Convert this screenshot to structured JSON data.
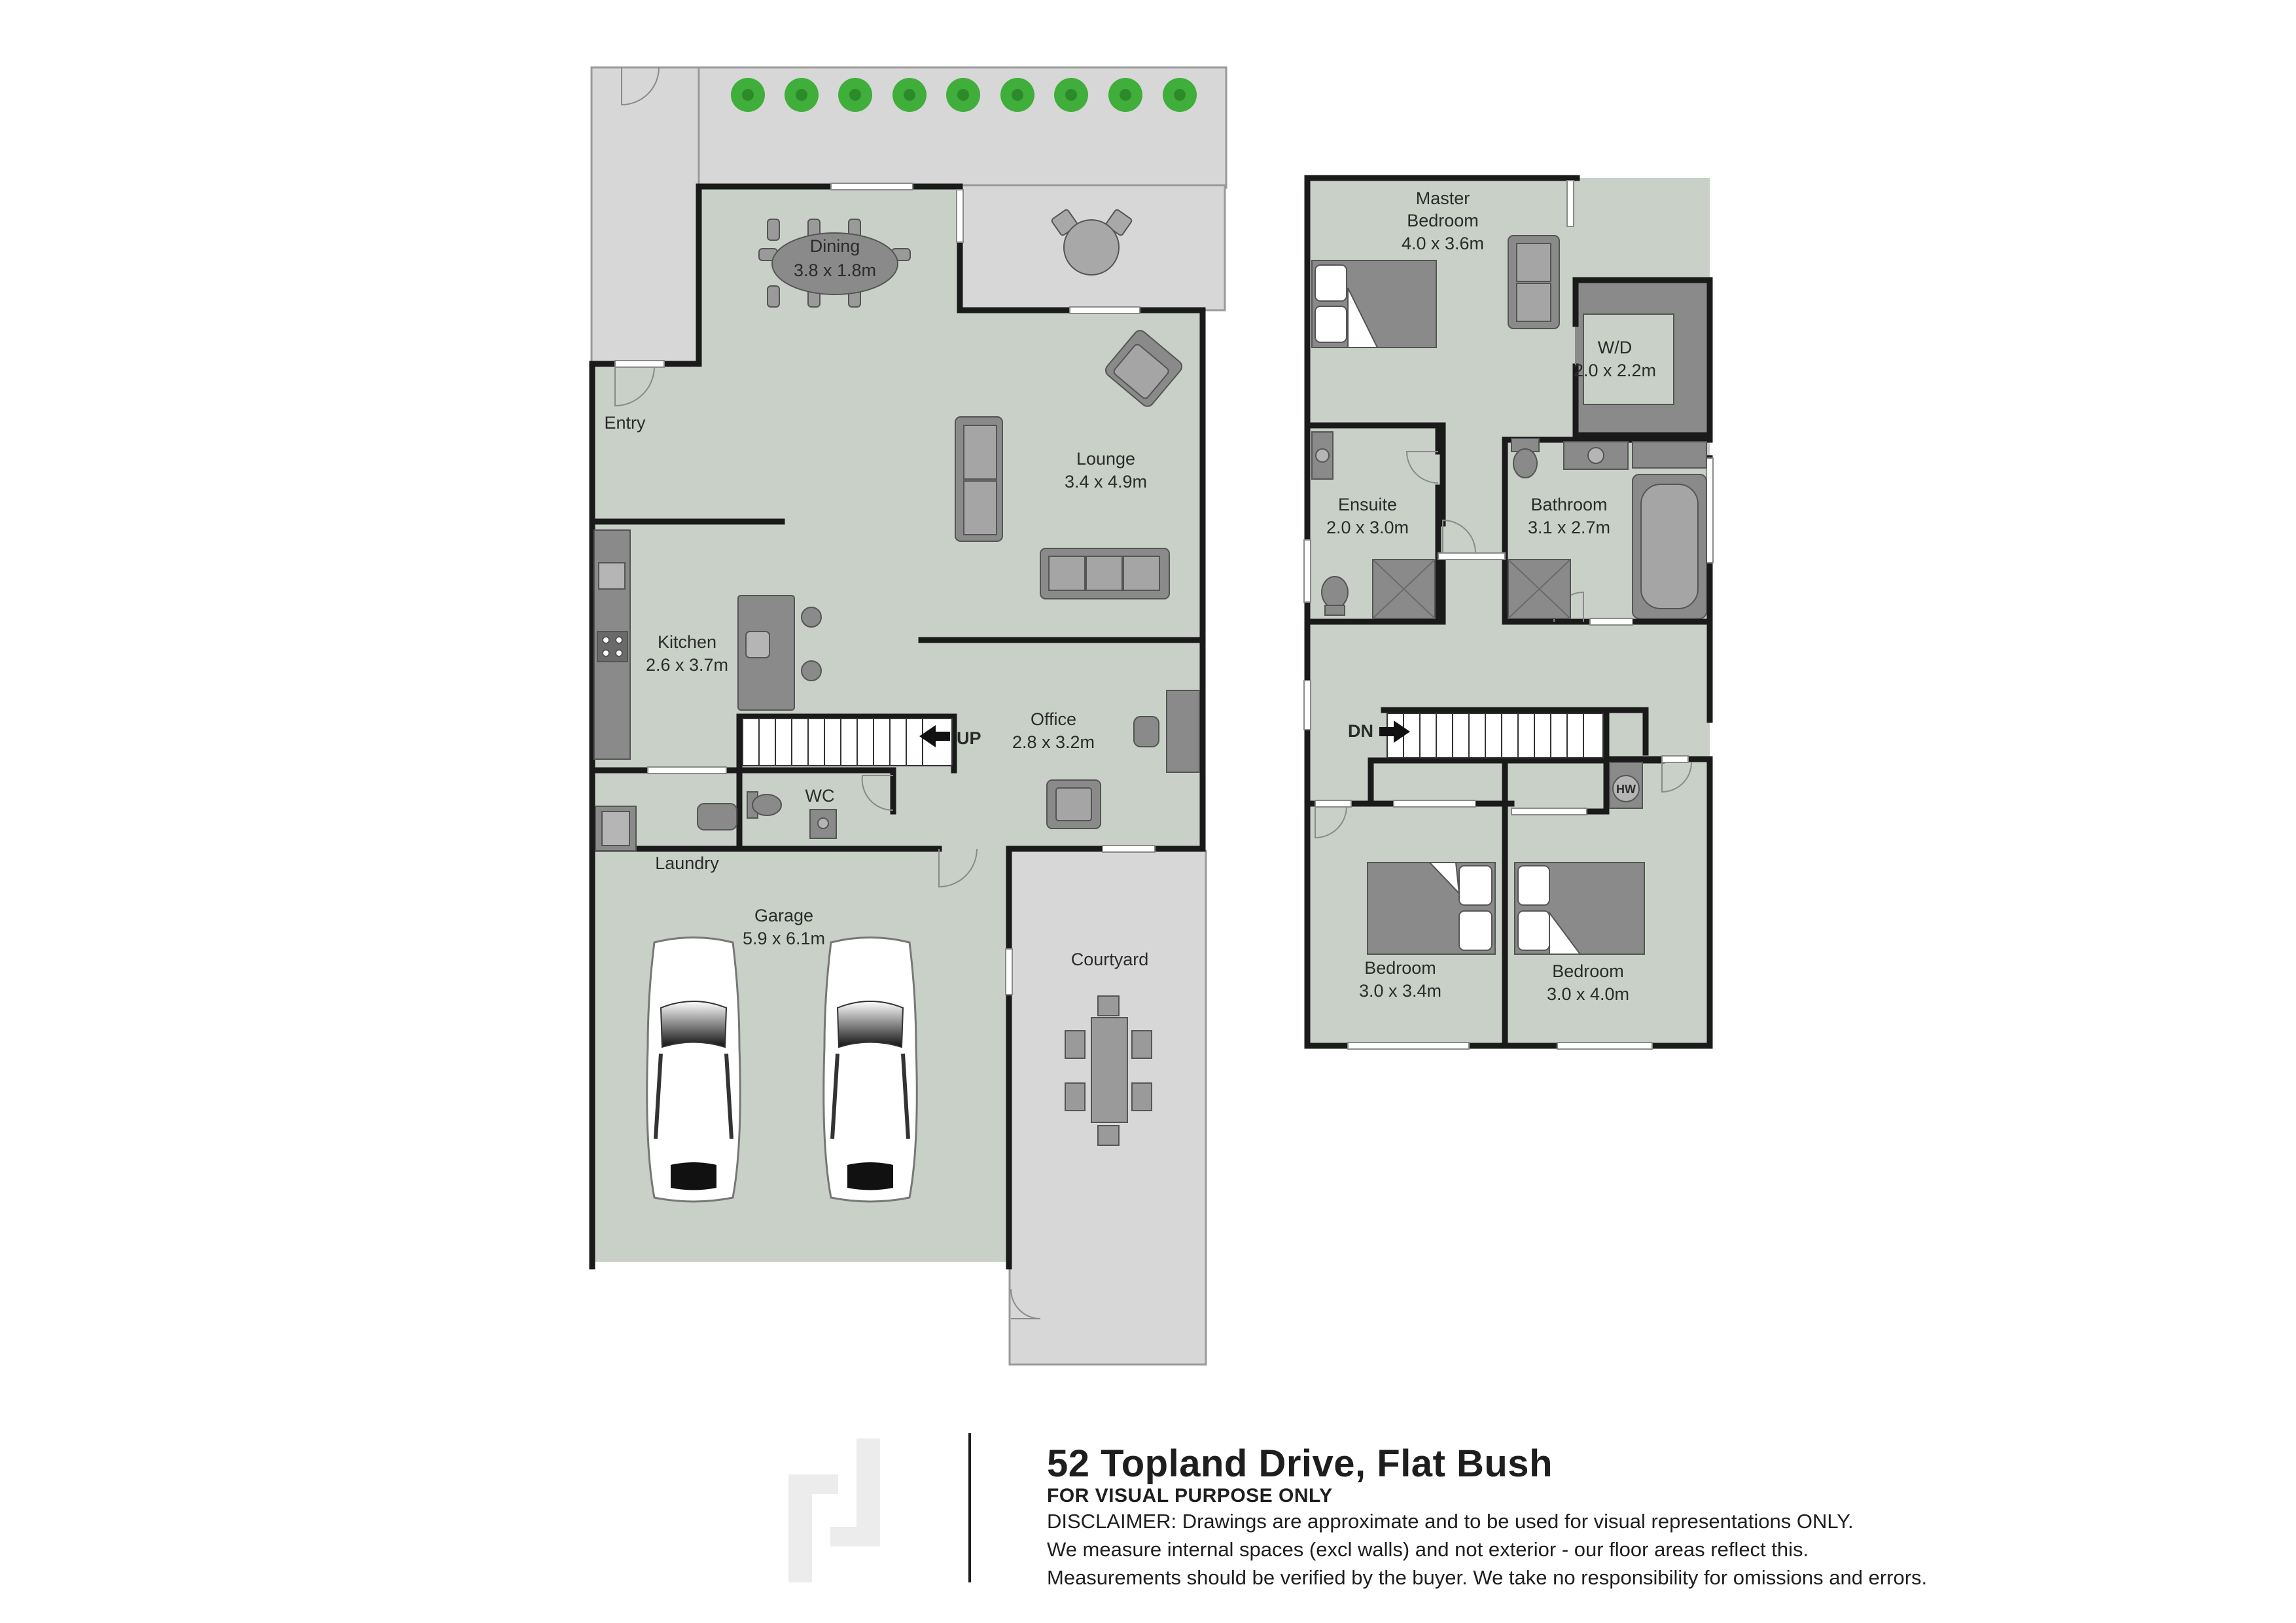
{
  "property": {
    "address": "52 Topland Drive, Flat Bush",
    "subtitle": "FOR VISUAL PURPOSE ONLY",
    "disclaimer": [
      "DISCLAIMER:  Drawings are approximate and to be used for visual representations ONLY.",
      "We measure internal spaces (excl walls) and not exterior - our floor areas reflect this.",
      "Measurements should be verified by the buyer. We take no responsibility for omissions and errors."
    ]
  },
  "ground_floor": {
    "dining": {
      "name": "Dining",
      "dims": "3.8  x  1.8m"
    },
    "entry": {
      "name": "Entry"
    },
    "lounge": {
      "name": "Lounge",
      "dims": "3.4  x  4.9m"
    },
    "kitchen": {
      "name": "Kitchen",
      "dims": "2.6  x  3.7m"
    },
    "office": {
      "name": "Office",
      "dims": "2.8  x  3.2m"
    },
    "wc": {
      "name": "WC"
    },
    "laundry": {
      "name": "Laundry"
    },
    "garage": {
      "name": "Garage",
      "dims": "5.9  x  6.1m"
    },
    "courtyard": {
      "name": "Courtyard"
    },
    "stairs_label": "UP"
  },
  "upper_floor": {
    "master": {
      "name_line1": "Master",
      "name_line2": "Bedroom",
      "dims": "4.0  x  3.6m"
    },
    "wd": {
      "name": "W/D",
      "dims": "2.0  x  2.2m"
    },
    "ensuite": {
      "name": "Ensuite",
      "dims": "2.0  x  3.0m"
    },
    "bathroom": {
      "name": "Bathroom",
      "dims": "3.1  x  2.7m"
    },
    "bedroom2": {
      "name": "Bedroom",
      "dims": "3.0  x  3.4m"
    },
    "bedroom3": {
      "name": "Bedroom",
      "dims": "3.0  x  4.0m"
    },
    "stairs_label": "DN",
    "hot_water_label": "HW"
  },
  "colors": {
    "floor": "#c8d0c8",
    "outdoor": "#d7d7d7",
    "wall": "#1a1a1a",
    "fixture": "#8a8a8a",
    "tree": "#3fae3a"
  }
}
